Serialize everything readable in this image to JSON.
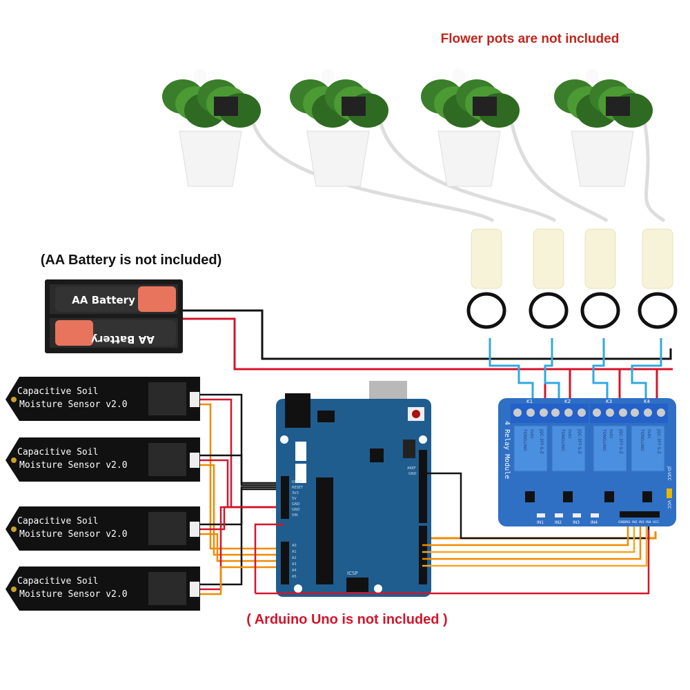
{
  "notes": {
    "flower_pots": "Flower pots are not included",
    "battery": "(AA Battery is not included)",
    "arduino": "( Arduino Uno is not included )"
  },
  "battery": {
    "label_top": "AA Battery",
    "label_bottom": "AA Battery"
  },
  "sensors": [
    {
      "line1": "Capacitive  Soil",
      "line2": "Moisture Sensor v2.0"
    },
    {
      "line1": "Capacitive  Soil",
      "line2": "Moisture Sensor v2.0"
    },
    {
      "line1": "Capacitive  Soil",
      "line2": "Moisture Sensor v2.0"
    },
    {
      "line1": "Capacitive  Soil",
      "line2": "Moisture Sensor v2.0"
    }
  ],
  "relay_module": {
    "title": "4 Relay Module",
    "channels": [
      "K1",
      "K2",
      "K3",
      "K4"
    ],
    "relay_brand": "TONGLING",
    "relay_voltage": "5VDC",
    "relay_model": "JQC-3FF-S-Z",
    "inputs": [
      "IN1",
      "IN2",
      "IN3",
      "IN4"
    ],
    "header_pins": [
      "GND",
      "IN1",
      "IN2",
      "IN3",
      "IN4",
      "VCC"
    ],
    "jumper_top": "JD-VCC",
    "jumper_bottom": "VCC"
  },
  "arduino": {
    "power_pins": [
      "IOREF",
      "RESET",
      "3V3",
      "5V",
      "GND",
      "GND",
      "VIN"
    ],
    "analog_pins": [
      "A0",
      "A1",
      "A2",
      "A3",
      "A4",
      "A5"
    ],
    "icsp": "ICSP",
    "aref": "AREF",
    "gnd": "GND"
  },
  "colors": {
    "board_blue": "#1f5d8f",
    "relay_blue": "#2f6fc4",
    "wire_red": "#d4142a",
    "wire_black": "#111111",
    "wire_orange": "#f08a00",
    "wire_blue": "#30a8e0",
    "note_red": "#c0261b"
  }
}
